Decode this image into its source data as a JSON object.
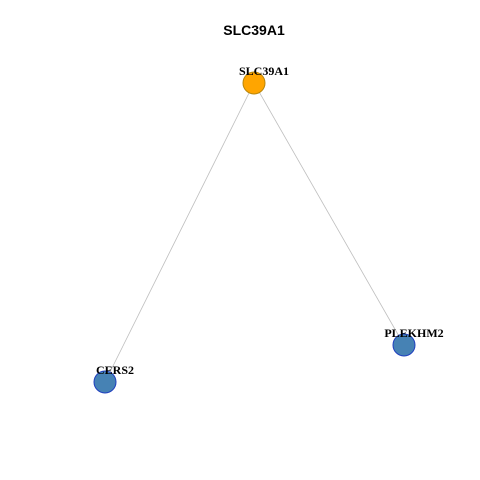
{
  "title": "SLC39A1",
  "colors": {
    "hub_fill": "#FFA500",
    "hub_stroke": "#B8860B",
    "leaf_fill": "#4682B4",
    "leaf_stroke": "#1F3FBF",
    "edge": "#BEBEBE"
  },
  "nodes": [
    {
      "id": "SLC39A1",
      "label": "SLC39A1",
      "role": "hub"
    },
    {
      "id": "CERS2",
      "label": "CERS2",
      "role": "leaf"
    },
    {
      "id": "PLEKHM2",
      "label": "PLEKHM2",
      "role": "leaf"
    }
  ],
  "edges": [
    {
      "source": "SLC39A1",
      "target": "CERS2"
    },
    {
      "source": "SLC39A1",
      "target": "PLEKHM2"
    }
  ]
}
